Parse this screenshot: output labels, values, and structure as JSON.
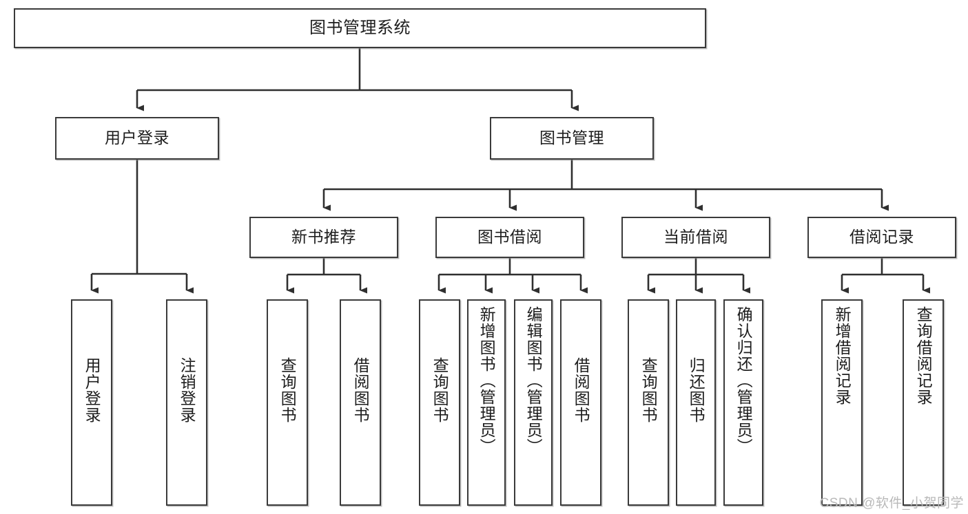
{
  "diagram": {
    "title": "图书管理系统",
    "type": "hierarchy-tree",
    "watermark": "CSDN @软件_小贺同学",
    "colors": {
      "box_border": "#3a3a3a",
      "box_fill": "#ffffff",
      "connector": "#2f2f2f",
      "text": "#1d1d1d",
      "watermark": "#b9b9b9"
    },
    "root": {
      "label": "图书管理系统"
    },
    "level2": [
      {
        "label": "用户登录"
      },
      {
        "label": "图书管理"
      }
    ],
    "level3": [
      {
        "label": "新书推荐"
      },
      {
        "label": "图书借阅"
      },
      {
        "label": "当前借阅"
      },
      {
        "label": "借阅记录"
      }
    ],
    "leaves": {
      "user_login": [
        {
          "label": "用户登录"
        },
        {
          "label": "注销登录"
        }
      ],
      "new_book": [
        {
          "label": "查询图书"
        },
        {
          "label": "借阅图书"
        }
      ],
      "book_borrow": [
        {
          "label": "查询图书"
        },
        {
          "label": "新增图书（管理员）"
        },
        {
          "label": "编辑图书（管理员）"
        },
        {
          "label": "借阅图书"
        }
      ],
      "current_borrow": [
        {
          "label": "查询图书"
        },
        {
          "label": "归还图书"
        },
        {
          "label": "确认归还（管理员）"
        }
      ],
      "borrow_record": [
        {
          "label": "新增借阅记录"
        },
        {
          "label": "查询借阅记录"
        }
      ]
    }
  }
}
